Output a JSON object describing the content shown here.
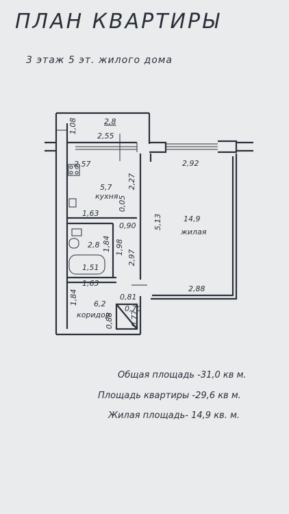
{
  "document": {
    "title": "ПЛАН  КВАРТИРЫ",
    "subtitle": "3 этаж   5 эт. жилого  дома"
  },
  "plan": {
    "dimensions": {
      "d108": "1,08",
      "d28": "2,8",
      "d255": "2,55",
      "d257": "2,57",
      "d292": "2,92",
      "d227": "2,27",
      "d005": "0,05",
      "d163a": "1,63",
      "d090": "0,90",
      "d513": "5,13",
      "d184a": "1,84",
      "d198": "1,98",
      "d297": "2,97",
      "d151": "1,51",
      "d163b": "1,63",
      "d288": "2,88",
      "d184b": "1,84",
      "d081": "0,81",
      "d070": "0,70",
      "d088": "0,88",
      "d077": "0,77"
    },
    "rooms": {
      "kitchen_area": "5,7",
      "kitchen_name": "кухня",
      "living_area": "14,9",
      "living_name": "жилая",
      "bath_area": "2,8",
      "corridor_area": "6,2",
      "corridor_name": "коридор"
    }
  },
  "areas": {
    "total": "Общая площадь -31,0 кв м.",
    "apartment": "Площадь квартиры -29,6 кв м.",
    "living": "Жилая площадь-  14,9 кв. м."
  }
}
